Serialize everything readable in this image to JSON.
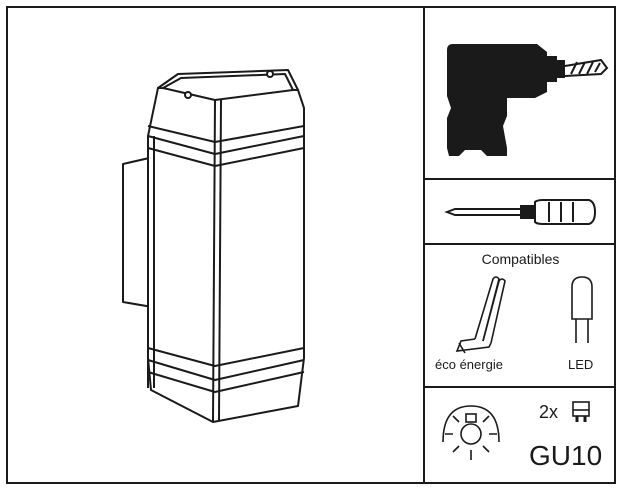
{
  "compatibility": {
    "heading": "Compatibles",
    "eco_label": "éco énergie",
    "led_label": "LED"
  },
  "bulb": {
    "quantity": "2x",
    "socket": "GU10"
  },
  "icons": {
    "product": "wall-light-illustration",
    "drill": "drill-icon",
    "screwdriver": "screwdriver-icon",
    "eco_bulb": "energy-saving-bulb-icon",
    "led_bulb": "led-bulb-icon",
    "light": "light-bulb-radiating-icon",
    "gu10": "gu10-bulb-icon"
  },
  "colors": {
    "ink": "#1a1a1a",
    "background": "#ffffff"
  }
}
